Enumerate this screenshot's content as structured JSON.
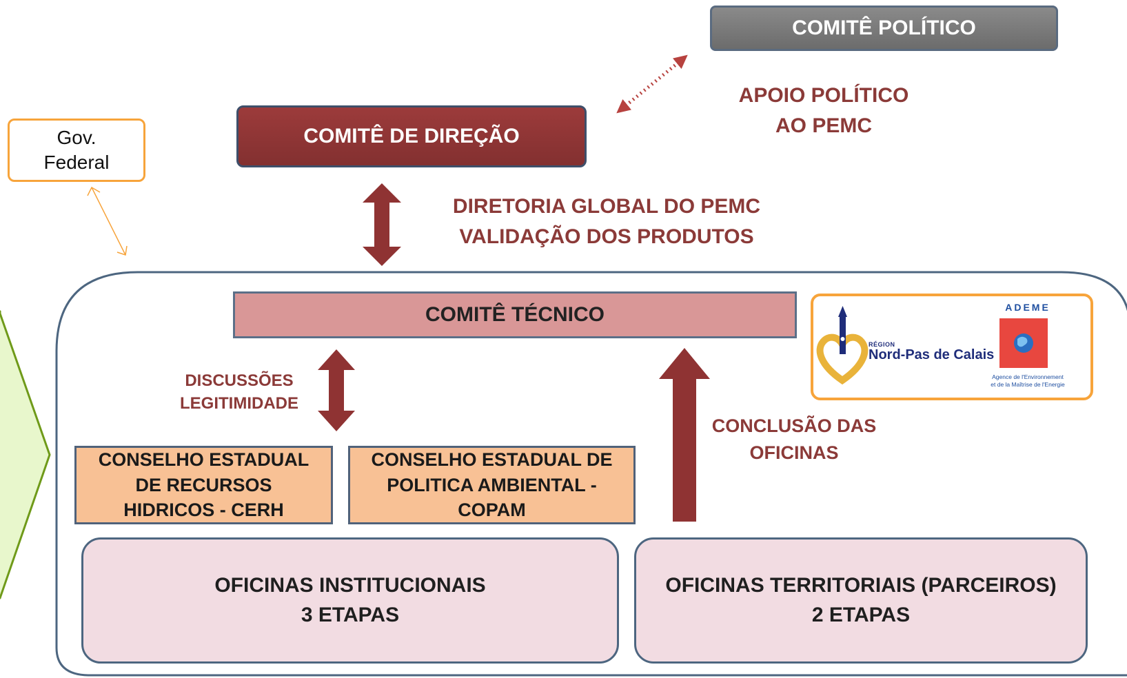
{
  "comite_politico": "COMITÊ POLÍTICO",
  "apoio": [
    "APOIO POLÍTICO",
    "AO PEMC"
  ],
  "comite_direcao": "COMITÊ DE DIREÇÃO",
  "gov_federal": [
    "Gov.",
    "Federal"
  ],
  "diretoria": [
    "DIRETORIA GLOBAL DO PEMC",
    "VALIDAÇÃO DOS PRODUTOS"
  ],
  "comite_tecnico": "COMITÊ TÉCNICO",
  "discussoes": [
    "DISCUSSÕES",
    "LEGITIMIDADE"
  ],
  "conclusao": [
    "CONCLUSÃO DAS",
    "OFICINAS"
  ],
  "conselho_cerh": [
    "CONSELHO ESTADUAL",
    "DE RECURSOS",
    "HIDRICOS - CERH"
  ],
  "conselho_copam": [
    "CONSELHO ESTADUAL DE",
    "POLITICA AMBIENTAL -",
    "COPAM"
  ],
  "oficinas_institucionais": [
    "OFICINAS INSTITUCIONAIS",
    "3 ETAPAS"
  ],
  "oficinas_territoriais": [
    "OFICINAS TERRITORIAIS (PARCEIROS)",
    "2 ETAPAS"
  ],
  "partners": {
    "region_small": "RÉGION",
    "region_name": "Nord-Pas de Calais",
    "ademe_title": "ADEME",
    "ademe_caption": [
      "Agence de l'Environnement",
      "et de la Maîtrise de l'Energie"
    ]
  },
  "colors": {
    "dark_red": "#8b3a38",
    "arrow_red": "#8f3333",
    "gray_box": "#7a7a7a",
    "pink": "#d99797",
    "peach": "#f8c195",
    "light_pink": "#f2dce2",
    "orange_border": "#f7a43b",
    "green_chevron": "#e8f7cc",
    "green_border": "#6f9a19",
    "outline_blue": "#4d6680"
  }
}
